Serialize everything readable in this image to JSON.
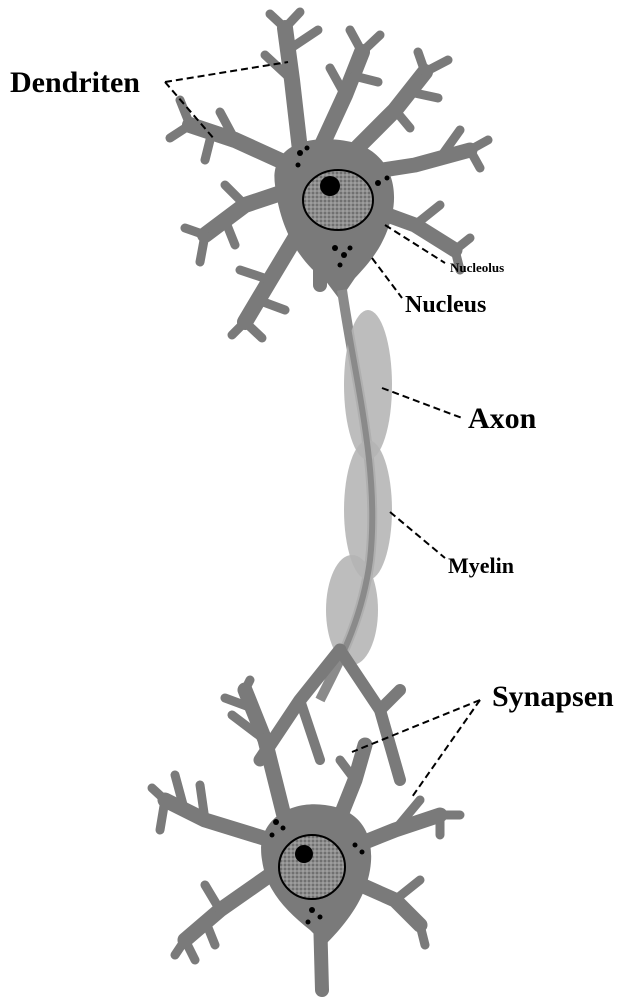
{
  "labels": {
    "dendrites": "Dendriten",
    "nucleolus": "Nucleolus",
    "nucleus": "Nucleus",
    "axon": "Axon",
    "myelin": "Myelin",
    "synapses": "Synapsen"
  },
  "colors": {
    "cell_body": "#7a7a7a",
    "myelin": "#b4b4b4",
    "axon_core": "#8a8a8a",
    "nucleus": "#8e8e8e",
    "text": "#000000"
  }
}
